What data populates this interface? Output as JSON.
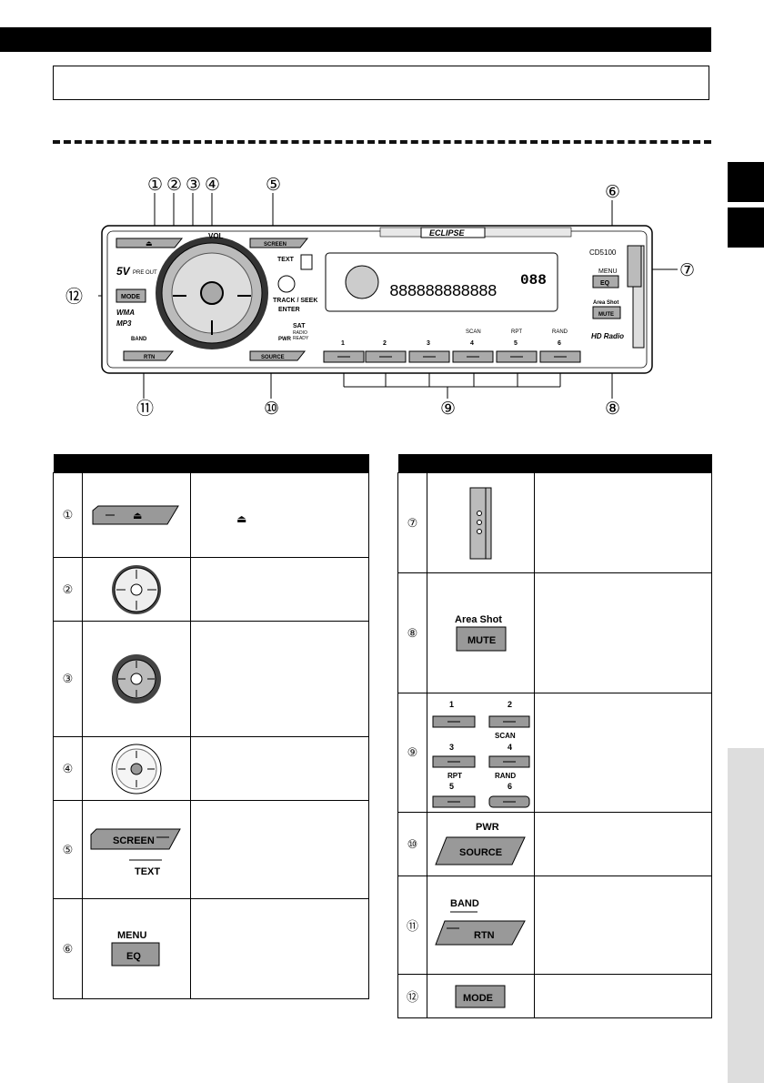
{
  "tabs": {
    "black_count": 2
  },
  "diagram": {
    "callouts": [
      "①",
      "②",
      "③",
      "④",
      "⑤",
      "⑥",
      "⑦",
      "⑧",
      "⑨",
      "⑩",
      "⑪",
      "⑫"
    ],
    "brand": "ECLIPSE",
    "model": "CD5100",
    "labels": {
      "vol": "VOL",
      "screen": "SCREEN",
      "text": "TEXT",
      "mode": "MODE",
      "five_v": "5V",
      "pre_out": "PRE OUT",
      "wma": "WMA",
      "mp3": "MP3",
      "band": "BAND",
      "rtn": "RTN",
      "pwr": "PWR",
      "source": "SOURCE",
      "track_seek": "TRACK / SEEK",
      "enter": "ENTER",
      "sat": "SAT",
      "radio": "RADIO",
      "ready": "READY",
      "menu": "MENU",
      "eq": "EQ",
      "area_shot": "Area Shot",
      "mute": "MUTE",
      "hd_radio": "HD Radio",
      "scan": "SCAN",
      "rpt": "RPT",
      "rand": "RAND",
      "presets": [
        "1",
        "2",
        "3",
        "4",
        "5",
        "6"
      ],
      "display_segments": "888888888888",
      "display_digits": "088"
    }
  },
  "table_left": {
    "rows": [
      {
        "num": "①",
        "symbol": "⏏"
      },
      {
        "num": "②"
      },
      {
        "num": "③"
      },
      {
        "num": "④"
      },
      {
        "num": "⑤",
        "labels": [
          "SCREEN",
          "TEXT"
        ]
      },
      {
        "num": "⑥",
        "labels": [
          "MENU",
          "EQ"
        ]
      }
    ]
  },
  "table_right": {
    "rows": [
      {
        "num": "⑦"
      },
      {
        "num": "⑧",
        "labels": [
          "Area Shot",
          "MUTE"
        ]
      },
      {
        "num": "⑨",
        "presets": [
          "1",
          "2",
          "3",
          "4",
          "5",
          "6"
        ],
        "sub": [
          "SCAN",
          "RPT",
          "RAND"
        ]
      },
      {
        "num": "⑩",
        "labels": [
          "PWR",
          "SOURCE"
        ]
      },
      {
        "num": "⑪",
        "labels": [
          "BAND",
          "RTN"
        ]
      },
      {
        "num": "⑫",
        "labels": [
          "MODE"
        ]
      }
    ]
  }
}
